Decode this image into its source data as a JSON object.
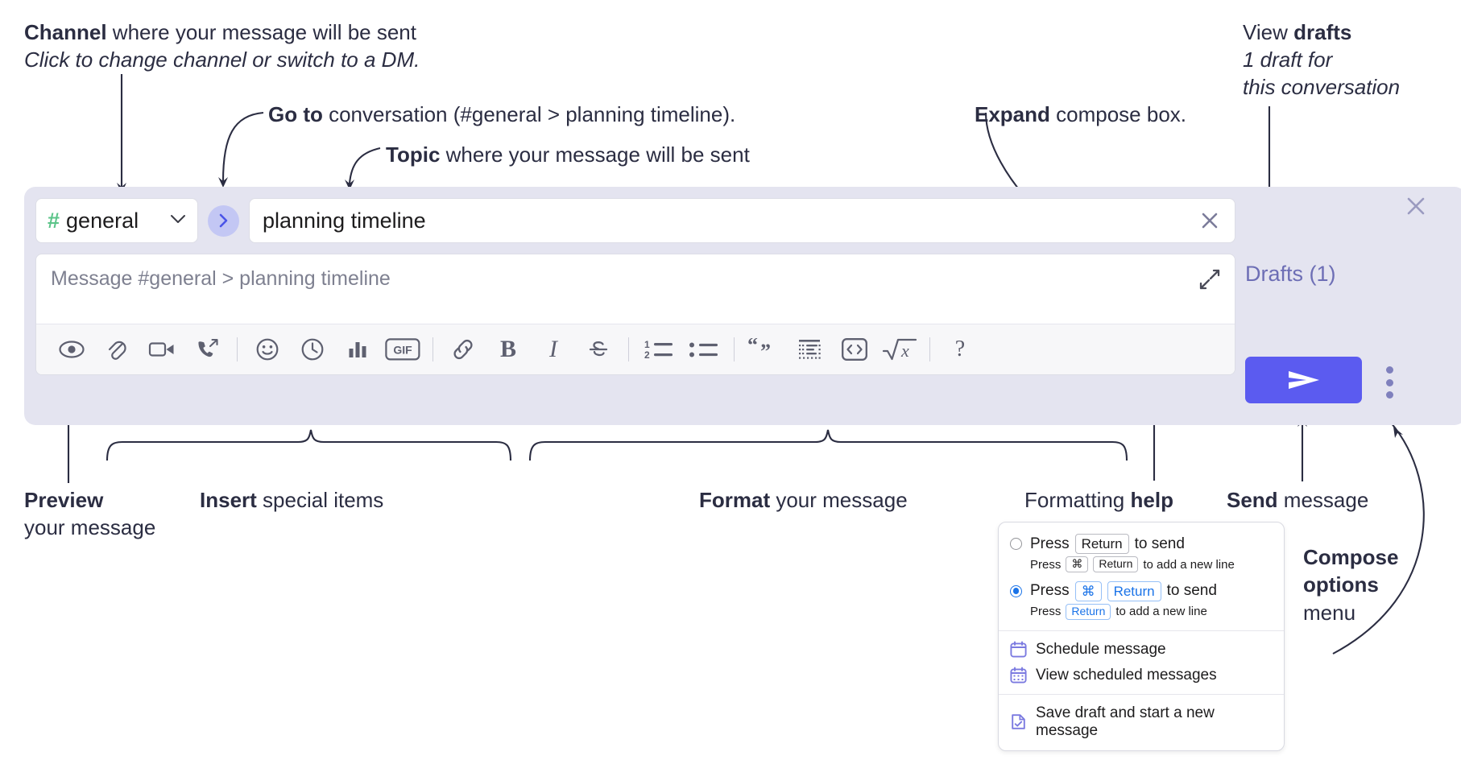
{
  "annotations": {
    "channel": {
      "bold": "Channel",
      "rest": " where your message will be sent",
      "italic": "Click to change channel or switch to a DM."
    },
    "goto": {
      "bold": "Go to",
      "rest": " conversation (#general > planning timeline)."
    },
    "topic": {
      "bold": "Topic",
      "rest": " where your message will be sent"
    },
    "expand": {
      "bold": "Expand",
      "rest": " compose box."
    },
    "drafts": {
      "rest": "View ",
      "bold": "drafts",
      "italic_1": "1 draft for",
      "italic_2": "this conversation"
    },
    "preview": {
      "bold": "Preview",
      "line2": "your message"
    },
    "insert": {
      "bold": "Insert",
      "rest": " special items"
    },
    "format": {
      "bold": "Format",
      "rest": " your message"
    },
    "formatting_help": {
      "rest": "Formatting ",
      "bold": "help"
    },
    "send": {
      "bold": "Send",
      "rest": " message"
    },
    "compose_options": {
      "bold_1": "Compose",
      "bold_2": "options",
      "rest": "menu"
    }
  },
  "compose": {
    "channel_name": "general",
    "channel_hash": "#",
    "chevron": "chevron-down",
    "topic_value": "planning timeline",
    "message_placeholder": "Message #general > planning timeline",
    "drafts_label": "Drafts (1)",
    "toolbar": [
      {
        "name": "preview-icon",
        "label": "Preview"
      },
      {
        "name": "attachment-icon",
        "label": "Attach file"
      },
      {
        "name": "video-icon",
        "label": "Record video clip"
      },
      {
        "name": "audio-call-icon",
        "label": "Record audio clip"
      },
      {
        "name": "divider-1",
        "label": ""
      },
      {
        "name": "emoji-icon",
        "label": "Emoji"
      },
      {
        "name": "clock-icon",
        "label": "Reminder"
      },
      {
        "name": "poll-icon",
        "label": "Poll"
      },
      {
        "name": "gif-icon",
        "label": "GIF"
      },
      {
        "name": "divider-2",
        "label": ""
      },
      {
        "name": "link-icon",
        "label": "Link"
      },
      {
        "name": "bold-icon",
        "label": "B"
      },
      {
        "name": "italic-icon",
        "label": "I"
      },
      {
        "name": "strikethrough-icon",
        "label": "S"
      },
      {
        "name": "divider-3",
        "label": ""
      },
      {
        "name": "ordered-list-icon",
        "label": "Ordered list"
      },
      {
        "name": "bulleted-list-icon",
        "label": "Bulleted list"
      },
      {
        "name": "divider-4",
        "label": ""
      },
      {
        "name": "blockquote-icon",
        "label": "Blockquote"
      },
      {
        "name": "code-block-icon",
        "label": "Code block"
      },
      {
        "name": "code-icon",
        "label": "Code"
      },
      {
        "name": "math-icon",
        "label": "Math"
      },
      {
        "name": "divider-5",
        "label": ""
      },
      {
        "name": "help-icon",
        "label": "?"
      }
    ]
  },
  "menu": {
    "options": [
      {
        "selected": false,
        "prefix": "Press",
        "keys": [
          "Return"
        ],
        "suffix": "to send",
        "sub_prefix": "Press",
        "sub_keys": [
          "⌘",
          "Return"
        ],
        "sub_suffix": "to add a new line"
      },
      {
        "selected": true,
        "prefix": "Press",
        "keys": [
          "⌘",
          "Return"
        ],
        "suffix": "to send",
        "sub_prefix": "Press",
        "sub_keys": [
          "Return"
        ],
        "sub_suffix": "to add a new line"
      }
    ],
    "items_group_a": [
      {
        "icon": "calendar-icon",
        "label": "Schedule message"
      },
      {
        "icon": "calendar-grid-icon",
        "label": "View scheduled messages"
      }
    ],
    "items_group_b": [
      {
        "icon": "save-draft-icon",
        "label": "Save draft and start a new message"
      }
    ]
  },
  "colors": {
    "panel_bg": "#e4e4f0",
    "send_button": "#5b5bf0",
    "hash_green": "#5bc489",
    "goto_circle": "#c3c7f4",
    "drafts_text": "#6d6eb5",
    "accent_blue": "#1a73e8",
    "menu_icon_purple": "#7b7ae0"
  }
}
